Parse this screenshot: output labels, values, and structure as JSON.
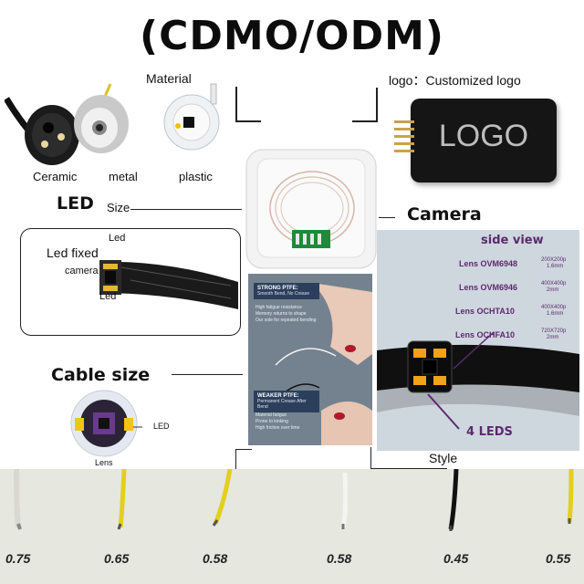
{
  "title": "(CDMO/ODM)",
  "material": {
    "heading": "Material",
    "items": [
      "Ceramic",
      "metal",
      "plastic"
    ]
  },
  "logo": {
    "caption": "logo：Customized logo",
    "text": "LOGO"
  },
  "led": {
    "heading": "LED",
    "size_label": "Size",
    "led_fixed": "Led fixed",
    "camera": "camera",
    "led_top": "Led",
    "led_bottom": "Led"
  },
  "camera_section": {
    "heading": "Camera",
    "side_view": "side view",
    "lenses": [
      {
        "name": "Lens OVM6948",
        "res": "200X200p",
        "size": "1.6mm"
      },
      {
        "name": "Lens OVM6946",
        "res": "400X400p",
        "size": "2mm"
      },
      {
        "name": "Lens OCHTA10",
        "res": "400X400p",
        "size": "1.6mm"
      },
      {
        "name": "Lens OCHFA10",
        "res": "720X720p",
        "size": "2mm"
      }
    ],
    "leds": "4 LEDS"
  },
  "ptfe": {
    "strong_title": "STRONG PTFE:",
    "strong_sub": "Smooth Bend, No Crease",
    "strong_points": [
      "High fatigue resistance",
      "Memory returns to shape",
      "Our sole for repeated bending"
    ],
    "weak_title": "WEAKER PTFE:",
    "weak_sub": "Permanent Crease After Bend",
    "weak_points": [
      "Material fatigue",
      "Prone to kinking",
      "High friction over time"
    ]
  },
  "cable": {
    "heading": "Cable size",
    "led_label": "LED",
    "lens_label": "Lens",
    "style_label": "Style",
    "sizes": [
      "0.75",
      "0.65",
      "0.58",
      "0.58",
      "0.45",
      "0.55"
    ]
  },
  "colors": {
    "yellow_wire": "#e3cf1e",
    "purple_text": "#5b2a6e",
    "led_orange": "#f0a21a"
  }
}
